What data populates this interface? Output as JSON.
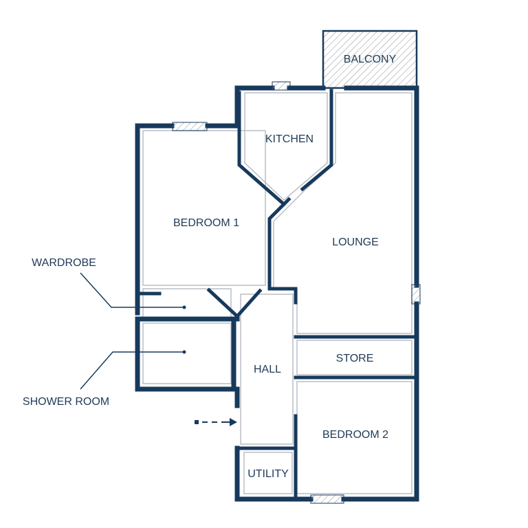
{
  "colors": {
    "wall": "#173a5c",
    "text": "#1f3a56",
    "inner_line": "#b8bec6",
    "hatch": "#8a8f96"
  },
  "rooms": {
    "balcony": "BALCONY",
    "kitchen": "KITCHEN",
    "bedroom1": "BEDROOM 1",
    "lounge": "LOUNGE",
    "hall": "HALL",
    "store": "STORE",
    "bedroom2": "BEDROOM 2",
    "utility": "UTILITY"
  },
  "callouts": {
    "wardrobe": "WARDROBE",
    "shower_room": "SHOWER ROOM"
  },
  "entrance_arrow": "arrow-right-icon"
}
